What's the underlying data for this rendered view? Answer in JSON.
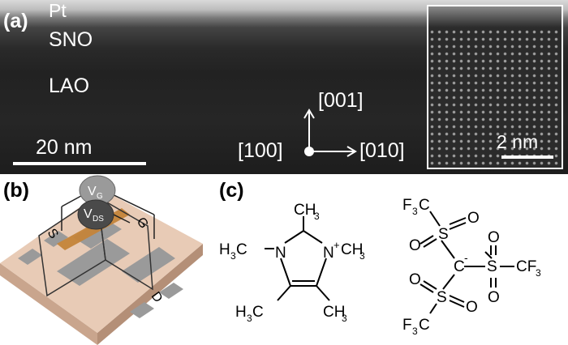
{
  "panel_a": {
    "label": "(a)",
    "layers": {
      "pt": "Pt",
      "sno": "SNO",
      "lao": "LAO"
    },
    "scale_bar": "20 nm",
    "axes": {
      "up": "[001]",
      "origin": "[100]",
      "right": "[010]"
    },
    "inset_scale_bar": "2 nm"
  },
  "panel_b": {
    "label": "(b)",
    "terminals": {
      "source": "S",
      "gate": "G",
      "drain": "D"
    },
    "vg": {
      "main": "V",
      "sub": "G"
    },
    "vds": {
      "main": "V",
      "sub": "DS"
    }
  },
  "panel_c": {
    "label": "(c)",
    "cation": {
      "ch3": "CH",
      "three": "3",
      "h3c_h": "H",
      "h3c_3": "3",
      "h3c_c": "C",
      "n": "N",
      "plus": "+"
    },
    "anion": {
      "f3c_f": "F",
      "f3c_3": "3",
      "f3c_c": "C",
      "s": "S",
      "o": "O",
      "c": "C",
      "minus": "-",
      "cf3_cf": "CF",
      "cf3_3": "3"
    }
  },
  "colors": {
    "substrate": "#e8cbb6",
    "channel": "#c4843a",
    "electrode": "#9a9a9a"
  }
}
